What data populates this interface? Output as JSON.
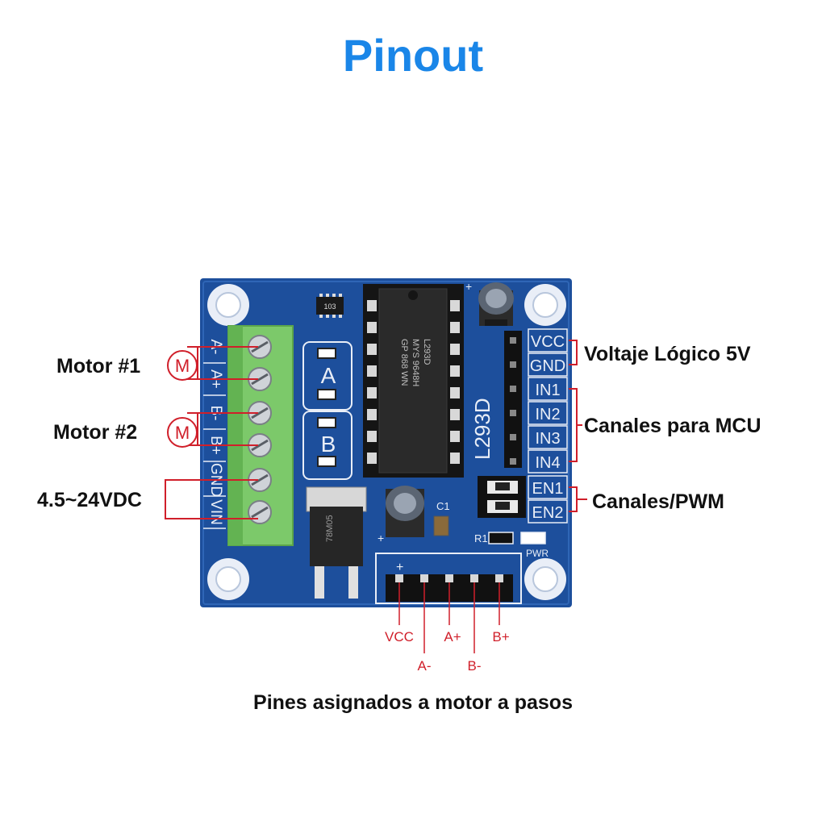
{
  "title": "Pinout",
  "board": {
    "driver_label": "L293D",
    "chip_marks": [
      "L293D",
      "MYS 9648H",
      "GP 868 WN"
    ],
    "channel_a": "A",
    "channel_b": "B",
    "terminal_labels": [
      "A-",
      "A+",
      "B-",
      "B+",
      "GND",
      "VIN"
    ],
    "header_pins": [
      "VCC",
      "GND",
      "IN1",
      "IN2",
      "IN3",
      "IN4",
      "EN1",
      "EN2"
    ],
    "cap_label": "C1",
    "res_label": "R1",
    "pwr_label": "PWR",
    "res_code": "103",
    "reg_marks": [
      "78M05"
    ],
    "plus_sign": "+"
  },
  "annotations": {
    "motor1": "Motor #1",
    "motor2": "Motor #2",
    "motor_symbol": "M",
    "supply": "4.5~24VDC",
    "logic_voltage": "Voltaje Lógico 5V",
    "mcu_channels": "Canales para MCU",
    "pwm_channels": "Canales/PWM"
  },
  "stepper_pins": {
    "top_row": [
      "VCC",
      "A+",
      "B+"
    ],
    "bottom_row": [
      "A-",
      "B-"
    ],
    "caption": "Pines asignados a motor a pasos"
  },
  "colors": {
    "title": "#1a86e8",
    "board": "#1d4f9c",
    "annotation_red": "#d01f2a",
    "terminal_green": "#7cc96a"
  }
}
